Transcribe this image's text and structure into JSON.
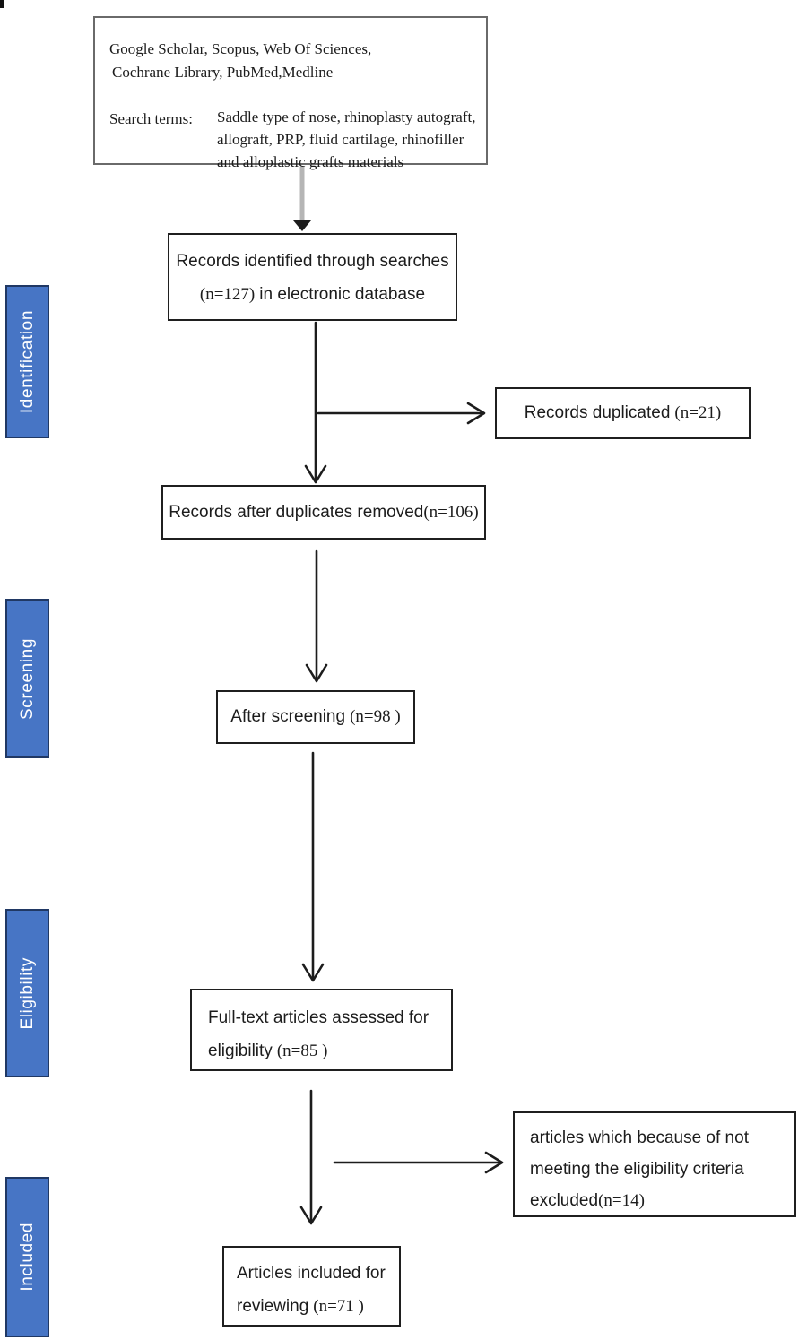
{
  "diagram_title": "PRISMA literature search flow diagram",
  "colors": {
    "stage_fill": "#4775c5",
    "stage_border": "#203864",
    "stage_text": "#ffffff",
    "flow_box_border": "#1f1f1f",
    "top_box_border": "#6a6a6a",
    "arrow": "#1c1c1c",
    "gray_connector": "#b5b5b5"
  },
  "stages": [
    {
      "label": "Identification"
    },
    {
      "label": "Screening"
    },
    {
      "label": "Eligibility"
    },
    {
      "label": "Included"
    }
  ],
  "top_box": {
    "sources_line1": "Google Scholar,  Scopus, Web Of Sciences,",
    "sources_line2": "Cochrane Library, PubMed,Medline",
    "search_label": "Search terms:",
    "search_terms": "Saddle type of nose, rhinoplasty autograft, allograft, PRP, fluid cartilage, rhinofiller and alloplastic grafts materials"
  },
  "boxes": {
    "identified": {
      "text1": "Records identified through searches",
      "count": "(n=127)",
      "text2": "in electronic database"
    },
    "duplicated": {
      "text": "Records duplicated",
      "count": "(n=21)"
    },
    "after_duplicates": {
      "text": "Records after duplicates removed",
      "count": "(n=106)"
    },
    "screened": {
      "text": "After screening",
      "count": "(n=98 )"
    },
    "fulltext": {
      "line1": "Full-text articles assessed for",
      "line2": "eligibility",
      "count": "(n=85 )"
    },
    "excluded": {
      "line1": "articles which because of not",
      "line2": "meeting the eligibility criteria",
      "line3": "excluded",
      "count": "(n=14)"
    },
    "included": {
      "line1": "Articles included for",
      "line2": "reviewing",
      "count": "(n=71 )"
    }
  }
}
